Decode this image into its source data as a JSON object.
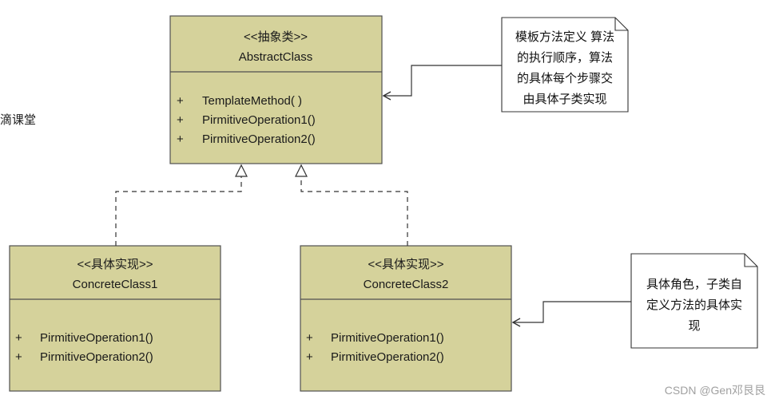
{
  "side_label": "滴课堂",
  "abstract_class": {
    "stereotype": "<<抽象类>>",
    "name": "AbstractClass",
    "methods": [
      {
        "visibility": "+",
        "name": "TemplateMethod( )"
      },
      {
        "visibility": "+",
        "name": "PirmitiveOperation1()"
      },
      {
        "visibility": "+",
        "name": "PirmitiveOperation2()"
      }
    ]
  },
  "concrete_classes": [
    {
      "stereotype": "<<具体实现>>",
      "name": "ConcreteClass1",
      "methods": [
        {
          "visibility": "+",
          "name": "PirmitiveOperation1()"
        },
        {
          "visibility": "+",
          "name": "PirmitiveOperation2()"
        }
      ]
    },
    {
      "stereotype": "<<具体实现>>",
      "name": "ConcreteClass2",
      "methods": [
        {
          "visibility": "+",
          "name": "PirmitiveOperation1()"
        },
        {
          "visibility": "+",
          "name": "PirmitiveOperation2()"
        }
      ]
    }
  ],
  "notes": [
    {
      "lines": [
        "模板方法定义 算法",
        "的执行顺序，算法",
        "的具体每个步骤交",
        "由具体子类实现"
      ]
    },
    {
      "lines": [
        "具体角色，子类自",
        "定义方法的具体实",
        "现"
      ]
    }
  ],
  "credit": "CSDN @Gen邓艮艮",
  "colors": {
    "class_fill": "#d5d29b",
    "border": "#505050",
    "note_fill": "#ffffff",
    "credit_text": "#a0a0a0"
  }
}
